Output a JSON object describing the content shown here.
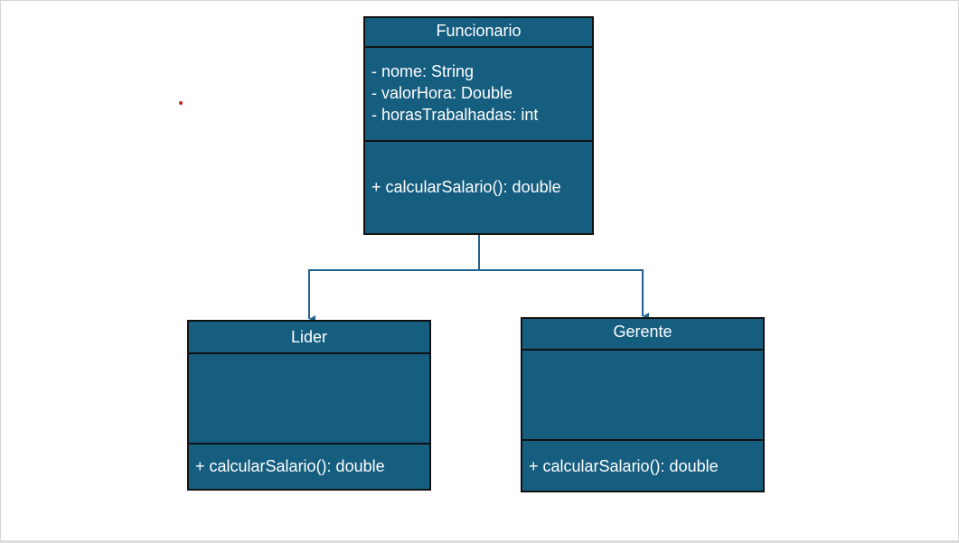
{
  "colors": {
    "class_fill": "#165e80",
    "class_border": "#111111",
    "connector": "#1f6390",
    "marker": "#d21f1f"
  },
  "classes": {
    "funcionario": {
      "name": "Funcionario",
      "attributes": [
        "- nome: String",
        "- valorHora: Double",
        "- horasTrabalhadas: int"
      ],
      "methods": [
        "+ calcularSalario(): double"
      ]
    },
    "lider": {
      "name": "Lider",
      "attributes": [],
      "methods": [
        "+ calcularSalario(): double"
      ]
    },
    "gerente": {
      "name": "Gerente",
      "attributes": [],
      "methods": [
        "+ calcularSalario(): double"
      ]
    }
  },
  "relations": [
    {
      "from": "Funcionario",
      "to": "Lider",
      "type": "arrow"
    },
    {
      "from": "Funcionario",
      "to": "Gerente",
      "type": "arrow"
    }
  ]
}
